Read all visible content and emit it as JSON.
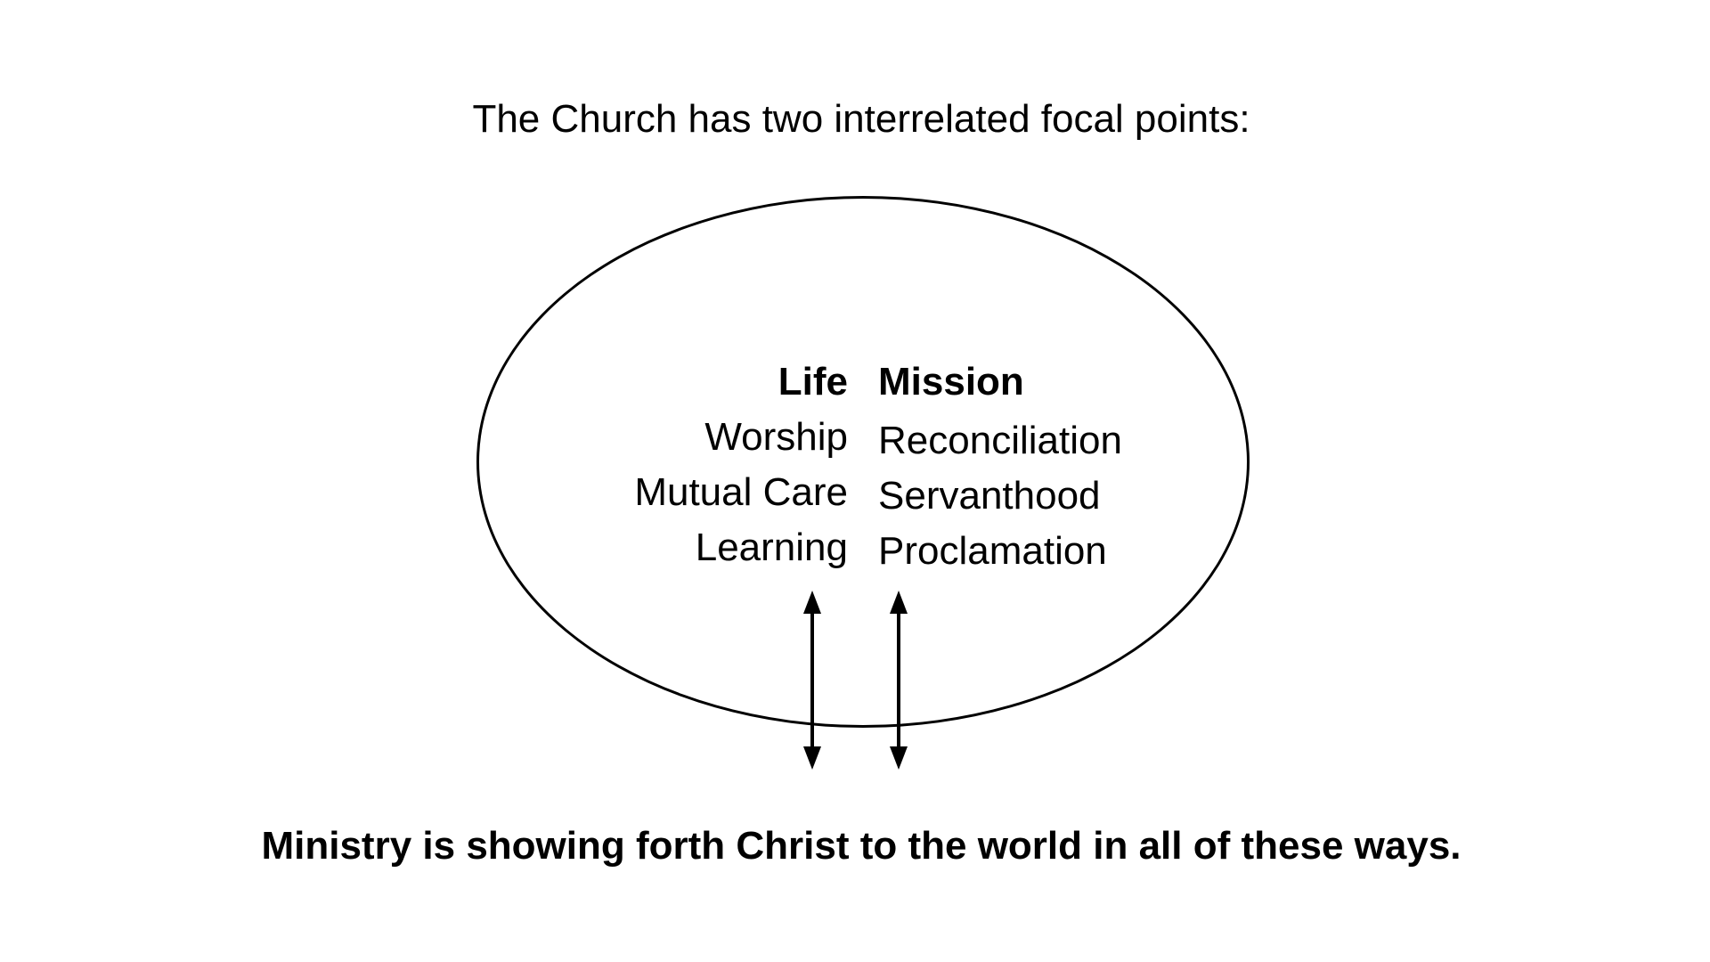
{
  "colors": {
    "ink": "#000000",
    "background": "#ffffff"
  },
  "title": {
    "text": "The Church has two interrelated focal points:"
  },
  "columns": [
    {
      "header": "Life",
      "items": [
        "Worship",
        "Mutual Care",
        "Learning"
      ]
    },
    {
      "header": "Mission",
      "items": [
        "Reconciliation",
        "Servanthood",
        "Proclamation"
      ]
    }
  ],
  "icons": [
    {
      "name": "up-down-arrow-icon"
    },
    {
      "name": "up-down-arrow-icon"
    }
  ],
  "caption": {
    "text": "Ministry is showing forth Christ to the world in all of these ways."
  }
}
